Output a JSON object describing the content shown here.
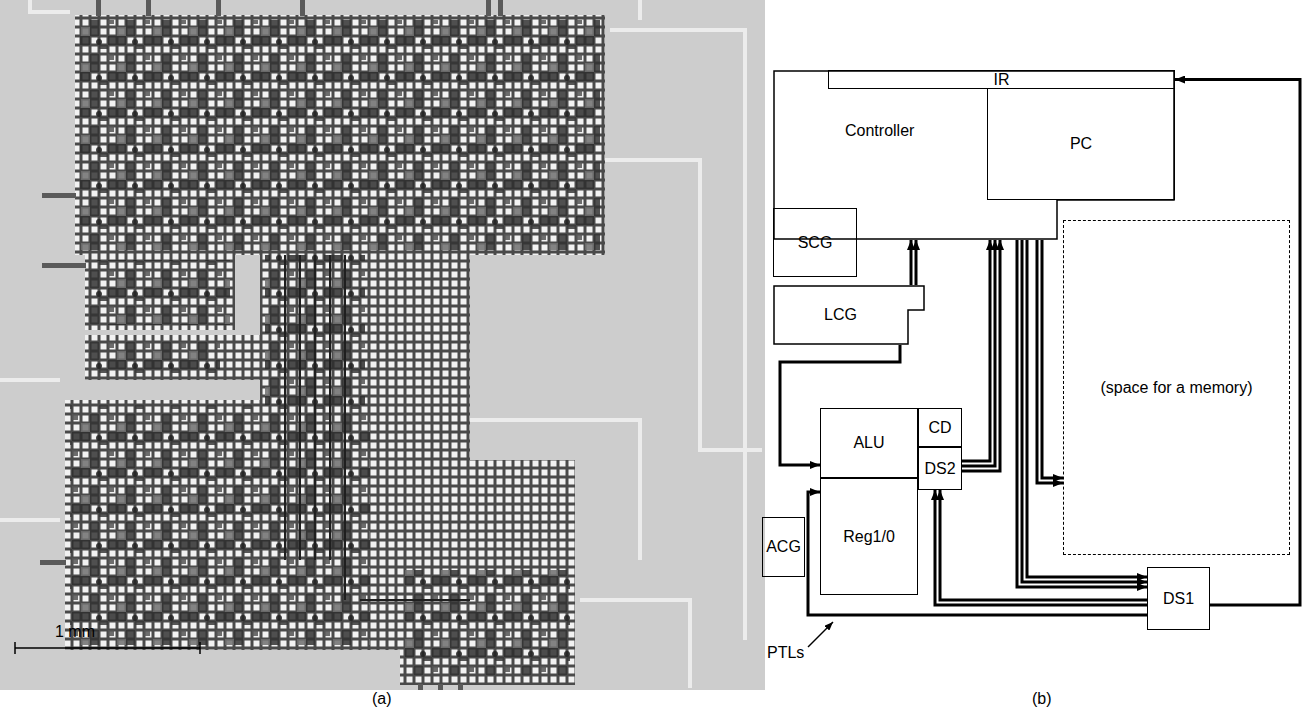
{
  "diagram": {
    "nodes": [
      {
        "text": [
          "Controller"
        ]
      },
      {
        "text": [
          "IR"
        ],
        "in": 0
      },
      {
        "text": [
          "PC"
        ],
        "in": 0
      },
      {
        "text": [
          "SCG"
        ],
        "in": 0
      },
      {
        "text": [
          "LCG"
        ]
      },
      {
        "text": [
          "ALU"
        ]
      },
      {
        "text": [
          "CD"
        ]
      },
      {
        "text": [
          "DS2"
        ]
      },
      {
        "text": [
          "ACG"
        ]
      },
      {
        "text": [
          "Reg1/0"
        ]
      },
      {
        "text": [
          "(space for a memory)"
        ]
      },
      {
        "text": [
          "DS1"
        ]
      }
    ],
    "edges": [
      {
        "from": 11,
        "to": 1,
        "arrow": "to"
      },
      {
        "from": 7,
        "to": 0,
        "arrow": "to"
      },
      {
        "from": 0,
        "to": 10,
        "arrow": "to"
      },
      {
        "from": 0,
        "to": 11,
        "arrow": "to"
      },
      {
        "from": 4,
        "to": 0,
        "arrow": "to"
      },
      {
        "from": 4,
        "to": 5,
        "arrow": "to"
      },
      {
        "from": 11,
        "to": 9,
        "arrow": "to"
      },
      {
        "from": 11,
        "to": 7,
        "arrow": "to"
      }
    ],
    "labels": [
      "1 mm",
      "(a)",
      "(b)",
      "PTLs"
    ]
  }
}
